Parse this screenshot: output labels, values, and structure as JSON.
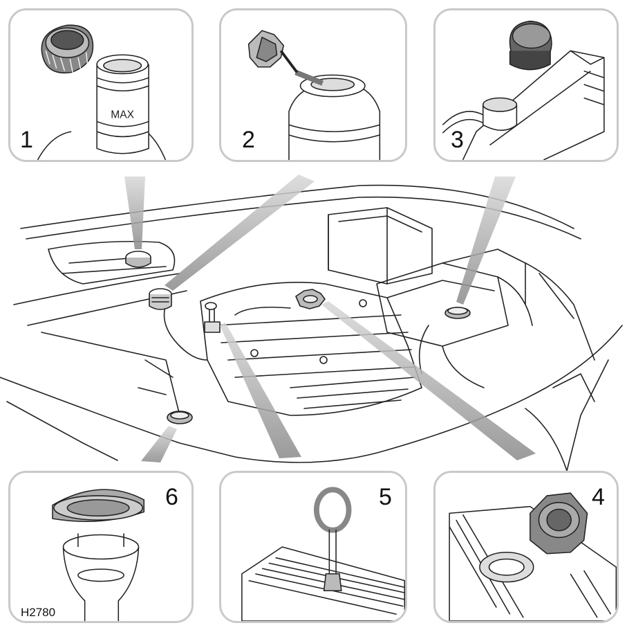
{
  "diagram": {
    "reference": "H2780",
    "callouts": [
      {
        "id": "1",
        "label": "1"
      },
      {
        "id": "2",
        "label": "2"
      },
      {
        "id": "3",
        "label": "3"
      },
      {
        "id": "4",
        "label": "4"
      },
      {
        "id": "5",
        "label": "5"
      },
      {
        "id": "6",
        "label": "6"
      }
    ],
    "max_marking": "MAX"
  }
}
